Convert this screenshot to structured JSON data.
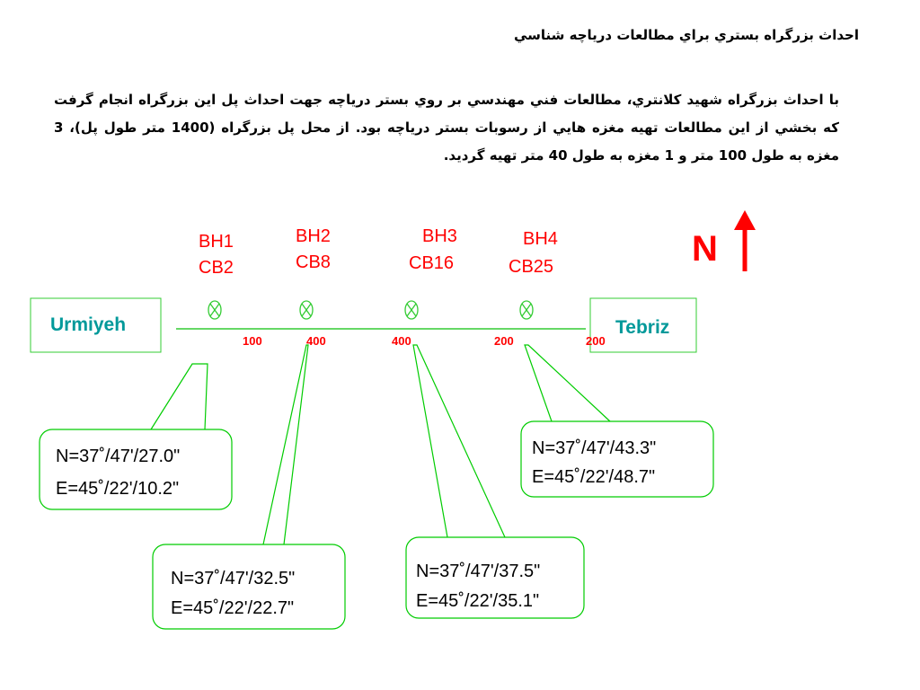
{
  "title": "احداث بزرگراه بستري براي مطالعات درياچه شناسي",
  "paragraph": "با احداث بزرگراه شهيد كلانتري، مطالعات فني مهندسي بر روي بستر درياچه جهت احداث پل اين بزرگراه انجام گرفت كه بخشي از اين مطالعات تهيه مغزه هايي از رسوبات بستر درياچه بود. از محل پل بزرگراه (1400 متر طول پل)، 3 مغزه به طول 100 متر و 1 مغزه به طول 40 متر تهيه گرديد.",
  "north_label": "N",
  "cities": {
    "left": "Urmiyeh",
    "right": "Tebriz"
  },
  "boreholes": [
    {
      "bh": "BH1",
      "cb": "CB2"
    },
    {
      "bh": "BH2",
      "cb": "CB8"
    },
    {
      "bh": "BH3",
      "cb": "CB16"
    },
    {
      "bh": "BH4",
      "cb": "CB25"
    }
  ],
  "distances": [
    "100",
    "400",
    "400",
    "200",
    "200"
  ],
  "coordinates": [
    {
      "n": "N=37˚/47'/27.0\"",
      "e": "E=45˚/22'/10.2\""
    },
    {
      "n": "N=37˚/47'/32.5\"",
      "e": "E=45˚/22'/22.7\""
    },
    {
      "n": "N=37˚/47'/37.5\"",
      "e": "E=45˚/22'/35.1\""
    },
    {
      "n": "N=37˚/47'/43.3\"",
      "e": "E=45˚/22'/48.7\""
    }
  ],
  "colors": {
    "label": "#ff0000",
    "city": "#00999a",
    "callout": "#00cc00",
    "line": "#33cc33"
  }
}
